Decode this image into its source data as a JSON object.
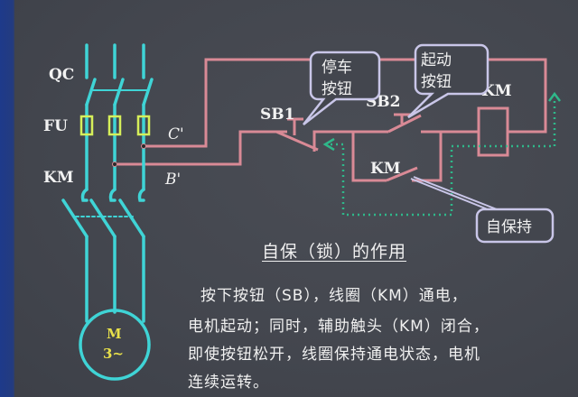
{
  "diagram": {
    "type": "motor self-locking control circuit",
    "power_labels": {
      "qc": "QC",
      "fu": "FU",
      "km": "KM",
      "c_prime": "C'",
      "b_prime": "B'"
    },
    "motor": {
      "line1": "M",
      "line2": "3~"
    },
    "control_labels": {
      "sb1": "SB1",
      "sb2": "SB2",
      "km_coil": "KM",
      "km_aux": "KM"
    },
    "callouts": {
      "stop_button": {
        "line1": "停车",
        "line2": "按钮"
      },
      "start_button": {
        "line1": "起动",
        "line2": "按钮"
      },
      "self_hold": "自保持"
    },
    "colors": {
      "power_circuit": "#3fd4d6",
      "control_circuit": "#d98a96",
      "fuse": "#d6ef5a",
      "self_hold_path": "#2fb88a",
      "callout_border": "#c9c6e8",
      "motor_text": "#e8e04a"
    }
  },
  "explanation": {
    "title": "自保（锁）的作用",
    "lines": [
      "按下按钮（SB），线圈（KM）通电，",
      "电机起动；同时，辅助触头（KM）闭合，",
      "即使按钮松开，线圈保持通电状态，电机",
      "连续运转。"
    ]
  }
}
